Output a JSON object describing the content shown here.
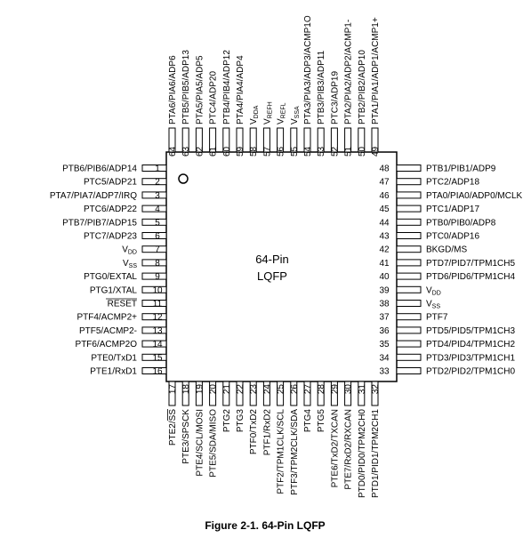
{
  "package": {
    "line1": "64-Pin",
    "line2": "LQFP"
  },
  "caption": "Figure 2-1. 64-Pin LQFP",
  "pins": {
    "left": [
      {
        "n": "1",
        "name": "PTB6/PIB6/ADP14"
      },
      {
        "n": "2",
        "name": "PTC5/ADP21"
      },
      {
        "n": "3",
        "name": "PTA7/PIA7/ADP7/IRQ"
      },
      {
        "n": "4",
        "name": "PTC6/ADP22"
      },
      {
        "n": "5",
        "name": "PTB7/PIB7/ADP15"
      },
      {
        "n": "6",
        "name": "PTC7/ADP23"
      },
      {
        "n": "7",
        "name": "V",
        "sub": "DD"
      },
      {
        "n": "8",
        "name": "V",
        "sub": "SS"
      },
      {
        "n": "9",
        "name": "PTG0/EXTAL"
      },
      {
        "n": "10",
        "name": "PTG1/XTAL"
      },
      {
        "n": "11",
        "name": "RESET"
      },
      {
        "n": "12",
        "name": "PTF4/ACMP2+"
      },
      {
        "n": "13",
        "name": "PTF5/ACMP2-"
      },
      {
        "n": "14",
        "name": "PTF6/ACMP2O"
      },
      {
        "n": "15",
        "name": "PTE0/TxD1"
      },
      {
        "n": "16",
        "name": "PTE1/RxD1"
      }
    ],
    "bottom": [
      {
        "n": "17",
        "name": "PTE2/SS"
      },
      {
        "n": "18",
        "name": "PTE3/SPSCK"
      },
      {
        "n": "19",
        "name": "PTE4/SCL/MOSI"
      },
      {
        "n": "20",
        "name": "PTE5/SDA/MISO"
      },
      {
        "n": "21",
        "name": "PTG2"
      },
      {
        "n": "22",
        "name": "PTG3"
      },
      {
        "n": "23",
        "name": "PTF0/TxD2"
      },
      {
        "n": "24",
        "name": "PTF1/RxD2"
      },
      {
        "n": "25",
        "name": "PTF2/TPM1CLK/SCL"
      },
      {
        "n": "26",
        "name": "PTF3/TPM2CLK/SDA"
      },
      {
        "n": "27",
        "name": "PTG4"
      },
      {
        "n": "28",
        "name": "PTG5"
      },
      {
        "n": "29",
        "name": "PTE6/TxD2/TXCAN"
      },
      {
        "n": "30",
        "name": "PTE7/RxD2/RXCAN"
      },
      {
        "n": "31",
        "name": "PTD0/PID0/TPM2CH0"
      },
      {
        "n": "32",
        "name": "PTD1/PID1/TPM2CH1"
      }
    ],
    "right": [
      {
        "n": "48",
        "name": "PTB1/PIB1/ADP9"
      },
      {
        "n": "47",
        "name": "PTC2/ADP18"
      },
      {
        "n": "46",
        "name": "PTA0/PIA0/ADP0/MCLK"
      },
      {
        "n": "45",
        "name": "PTC1/ADP17"
      },
      {
        "n": "44",
        "name": "PTB0/PIB0/ADP8"
      },
      {
        "n": "43",
        "name": "PTC0/ADP16"
      },
      {
        "n": "42",
        "name": "BKGD/MS"
      },
      {
        "n": "41",
        "name": "PTD7/PID7/TPM1CH5"
      },
      {
        "n": "40",
        "name": "PTD6/PID6/TPM1CH4"
      },
      {
        "n": "39",
        "name": "V",
        "sub": "DD"
      },
      {
        "n": "38",
        "name": "V",
        "sub": "SS"
      },
      {
        "n": "37",
        "name": "PTF7"
      },
      {
        "n": "36",
        "name": "PTD5/PID5/TPM1CH3"
      },
      {
        "n": "35",
        "name": "PTD4/PID4/TPM1CH2"
      },
      {
        "n": "34",
        "name": "PTD3/PID3/TPM1CH1"
      },
      {
        "n": "33",
        "name": "PTD2/PID2/TPM1CH0"
      }
    ],
    "top": [
      {
        "n": "64",
        "name": "PTA6/PIA6/ADP6"
      },
      {
        "n": "63",
        "name": "PTB5/PIB5/ADP13"
      },
      {
        "n": "62",
        "name": "PTA5/PIA5/ADP5"
      },
      {
        "n": "61",
        "name": "PTC4/ADP20"
      },
      {
        "n": "60",
        "name": "PTB4/PIB4/ADP12"
      },
      {
        "n": "59",
        "name": "PTA4/PIA4/ADP4"
      },
      {
        "n": "58",
        "name": "V",
        "sub": "DDA"
      },
      {
        "n": "57",
        "name": "V",
        "sub": "REFH"
      },
      {
        "n": "56",
        "name": "V",
        "sub": "REFL"
      },
      {
        "n": "55",
        "name": "V",
        "sub": "SSA"
      },
      {
        "n": "54",
        "name": "PTA3/PIA3/ADP3/ACMP1O"
      },
      {
        "n": "53",
        "name": "PTB3/PIB3/ADP11"
      },
      {
        "n": "52",
        "name": "PTC3/ADP19"
      },
      {
        "n": "51",
        "name": "PTA2/PIA2/ADP2/ACMP1-"
      },
      {
        "n": "50",
        "name": "PTB2/PIB2/ADP10"
      },
      {
        "n": "49",
        "name": "PTA1/PIA1/ADP1/ACMP1+"
      }
    ]
  }
}
